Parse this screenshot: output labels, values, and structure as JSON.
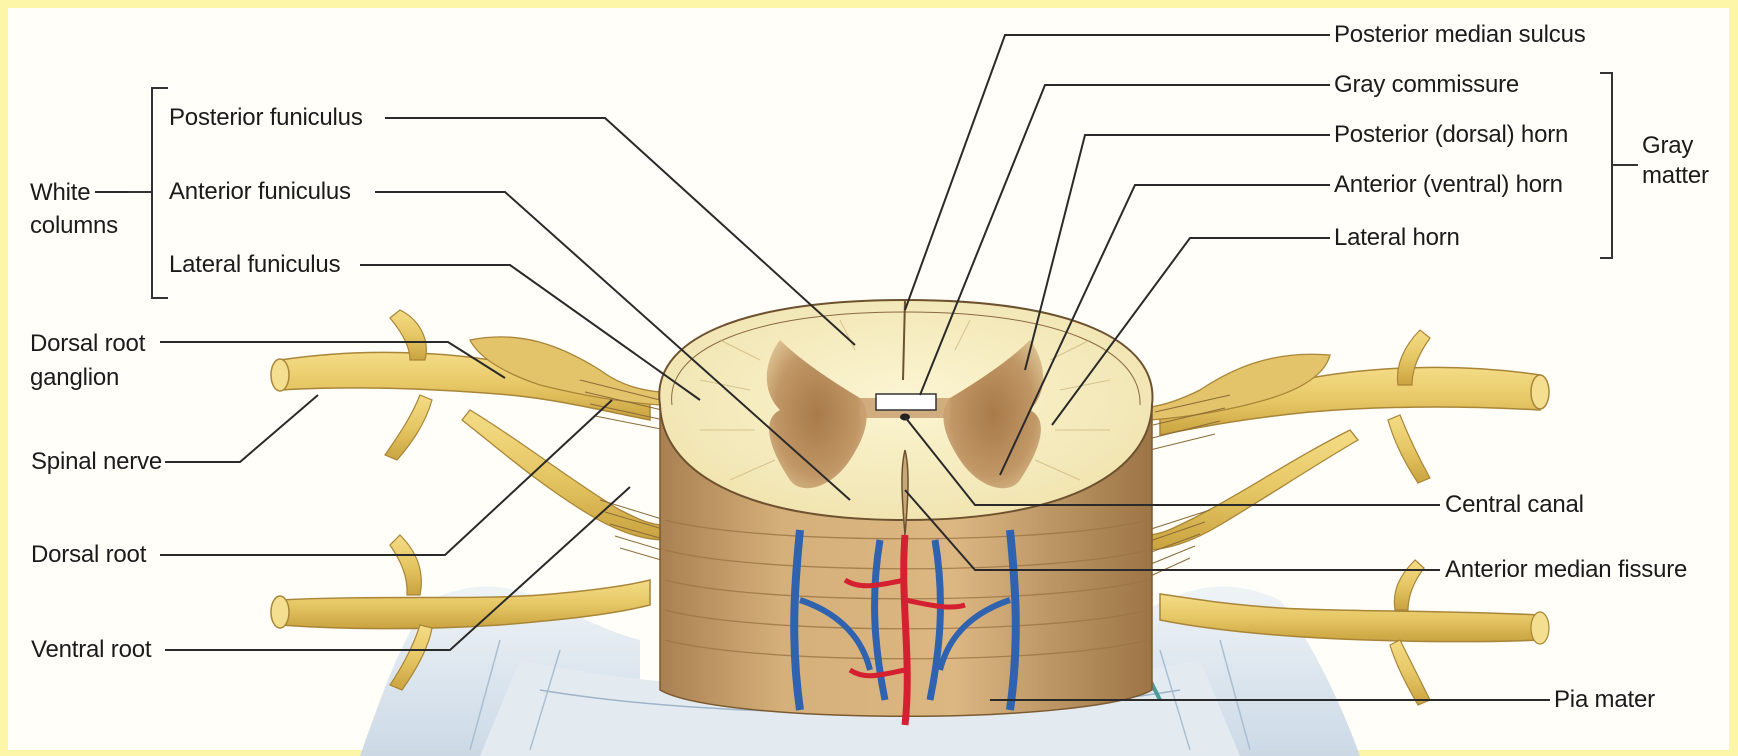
{
  "figure": {
    "labels": {
      "posterior_median_sulcus": "Posterior median sulcus",
      "gray_commissure": "Gray commissure",
      "posterior_horn": "Posterior (dorsal) horn",
      "anterior_horn": "Anterior (ventral) horn",
      "lateral_horn": "Lateral horn",
      "gray_matter_line1": "Gray",
      "gray_matter_line2": "matter",
      "central_canal": "Central canal",
      "anterior_median_fissure": "Anterior median fissure",
      "pia_mater": "Pia mater",
      "white_columns_line1": "White",
      "white_columns_line2": "columns",
      "posterior_funiculus": "Posterior funiculus",
      "anterior_funiculus": "Anterior funiculus",
      "lateral_funiculus": "Lateral funiculus",
      "dorsal_root_ganglion_line1": "Dorsal root",
      "dorsal_root_ganglion_line2": "ganglion",
      "spinal_nerve": "Spinal nerve",
      "dorsal_root": "Dorsal root",
      "ventral_root": "Ventral root"
    },
    "colors": {
      "border": "#fdf6a8",
      "white_matter": "#f8f0c4",
      "gray_matter": "#b88a58",
      "nerve": "#e8cb6a",
      "cord_side": "#c9a26a",
      "vein": "#2f63b0",
      "artery": "#d42030",
      "meninges": "#dbe5ef",
      "leader_line": "#2a2a2a"
    }
  }
}
